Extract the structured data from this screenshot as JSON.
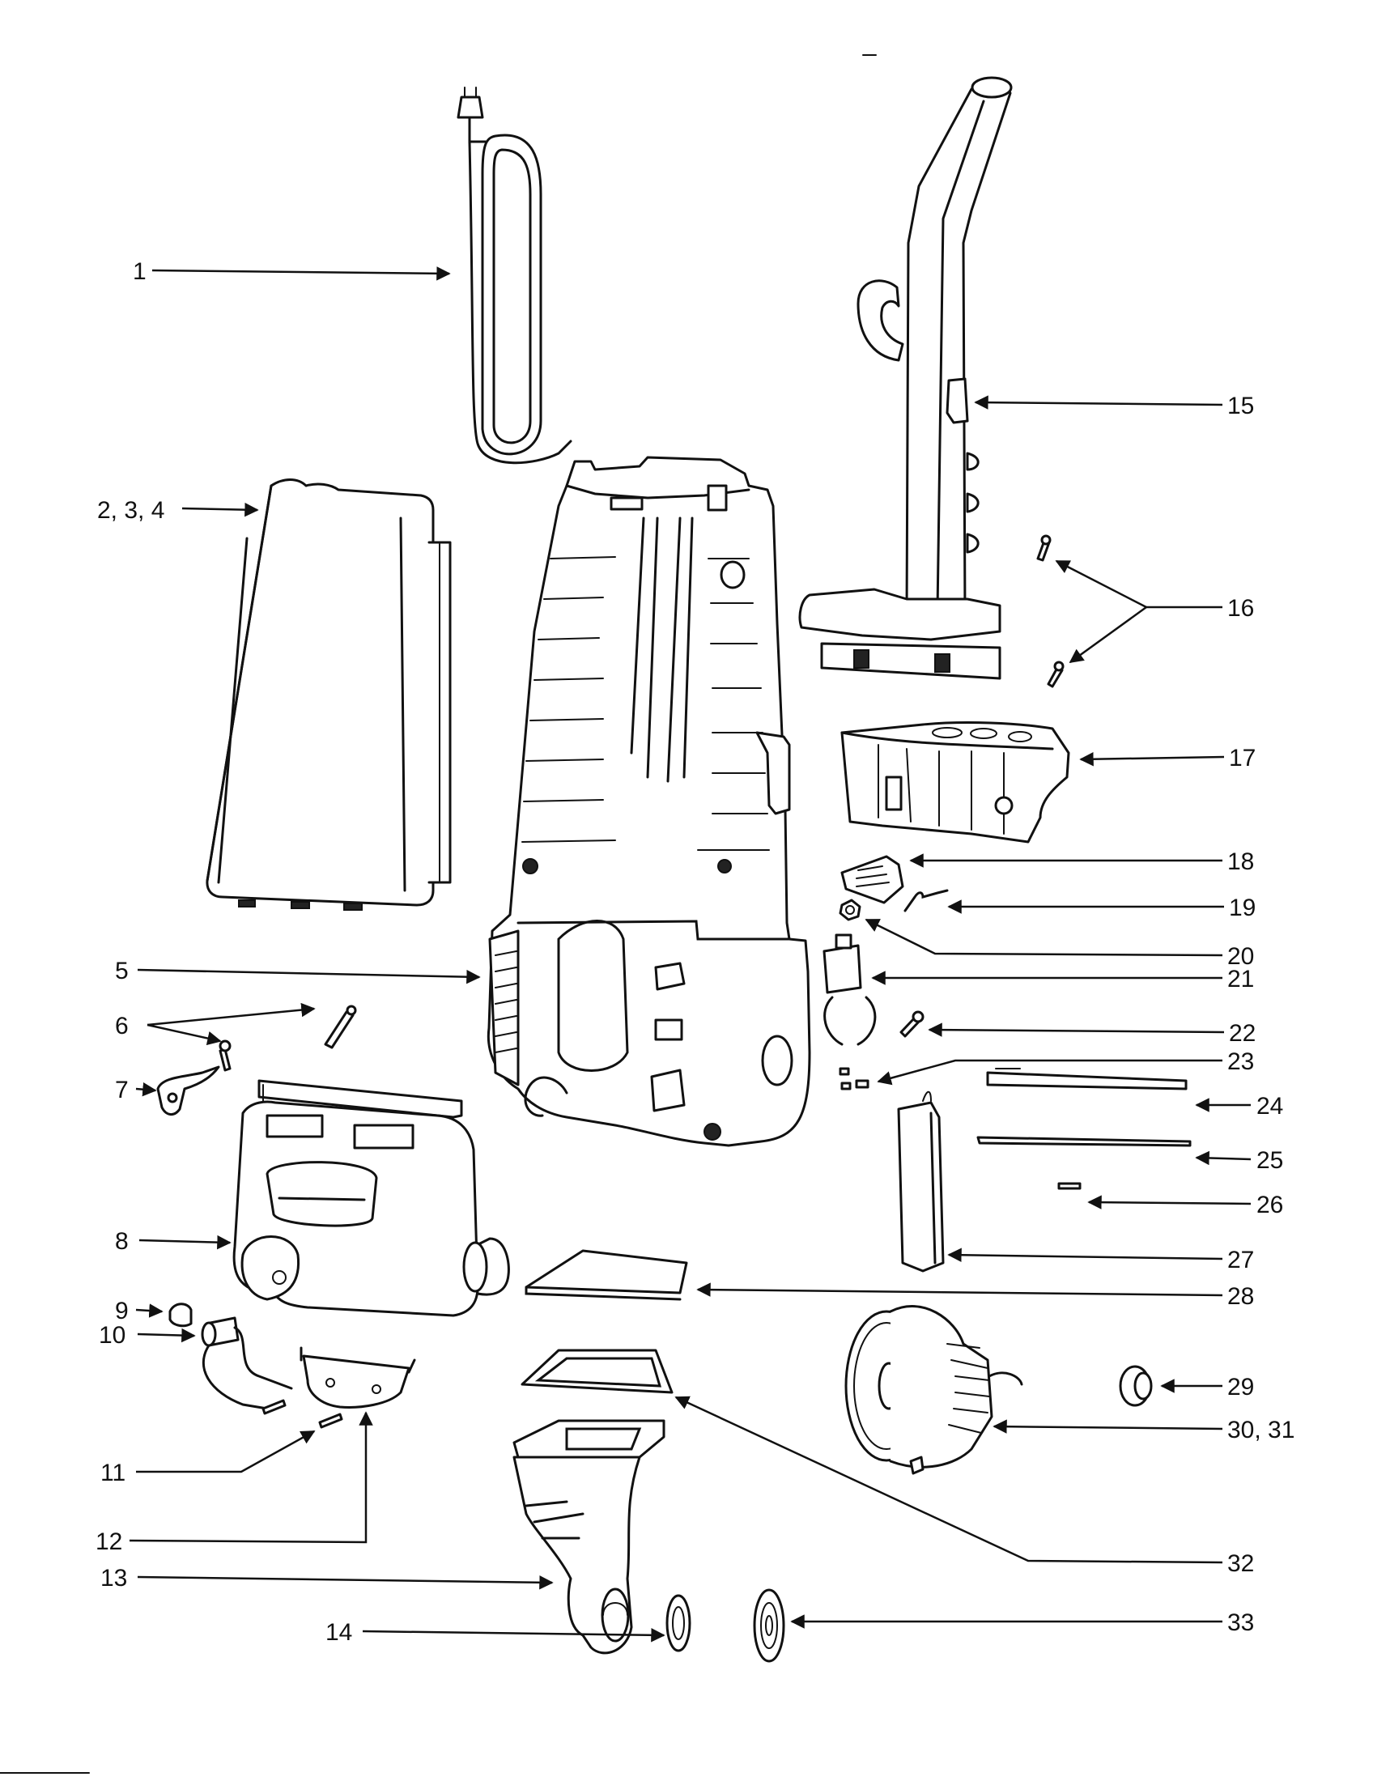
{
  "callouts": {
    "c1": "1",
    "c2": "2, 3, 4",
    "c5": "5",
    "c6": "6",
    "c7": "7",
    "c8": "8",
    "c9": "9",
    "c10": "10",
    "c11": "11",
    "c12": "12",
    "c13": "13",
    "c14": "14",
    "c15": "15",
    "c16": "16",
    "c17": "17",
    "c18": "18",
    "c19": "19",
    "c20": "20",
    "c21": "21",
    "c22": "22",
    "c23": "23",
    "c24": "24",
    "c25": "25",
    "c26": "26",
    "c27": "27",
    "c28": "28",
    "c29": "29",
    "c30": "30, 31",
    "c32": "32",
    "c33": "33"
  },
  "colors": {
    "ink": "#111111",
    "paper": "#ffffff"
  }
}
